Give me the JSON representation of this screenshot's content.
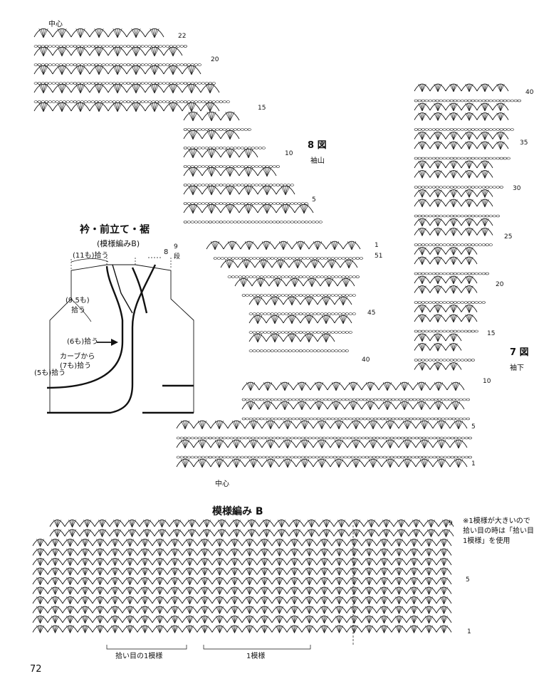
{
  "page_number": "72",
  "center_label_top": "中心",
  "center_label_bottom": "中心",
  "fig8": {
    "title": "8 図",
    "subtitle": "袖山",
    "upper_rows": [
      "22",
      "20",
      "15",
      "10",
      "5",
      "1"
    ],
    "lower_rows": [
      "51",
      "45",
      "40"
    ]
  },
  "fig7": {
    "title": "7 図",
    "subtitle": "袖下",
    "rows": [
      "40",
      "35",
      "30",
      "25",
      "20",
      "15",
      "10",
      "5",
      "1"
    ]
  },
  "vest": {
    "title": "衿・前立て・裾",
    "subtitle": "(模様編みB)",
    "pick_11": "(11も)拾う",
    "pick_95a": "(9.5も)",
    "pick_95b": "拾う",
    "pick_6": "(6も)拾う",
    "pick_7a": "カーブから",
    "pick_7b": "(7も)拾う",
    "pick_5": "(5も)拾う",
    "rows_8": "8",
    "rows_9": "9",
    "rows_unit": "段"
  },
  "patternB": {
    "title": "模様編み B",
    "note_line1": "※1模様が大きいので",
    "note_line2": "拾い目の時は「拾い目の",
    "note_line3": "1模様」を使用",
    "rows": [
      "9",
      "5",
      "1"
    ],
    "label_pickup": "拾い目の1模様",
    "label_repeat": "1模様"
  }
}
